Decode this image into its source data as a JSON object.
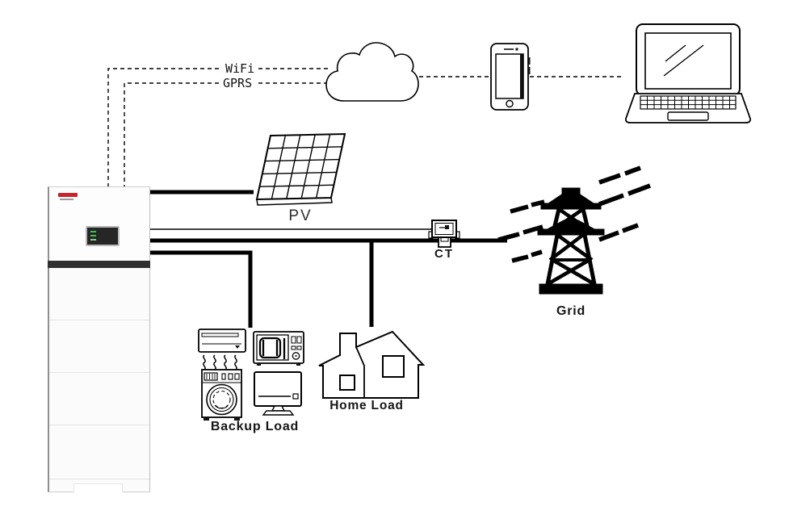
{
  "labels": {
    "wifi": "WiFi",
    "gprs": "GPRS",
    "pv": "PV",
    "ct": "CT",
    "grid": "Grid",
    "home_load": "Home Load",
    "backup_load": "Backup Load"
  },
  "icons": {
    "cloud": "cloud-outline",
    "smartphone": "smartphone-outline",
    "laptop": "laptop-outline",
    "solar_panel": "tilted-5x5-grid-panel",
    "ct_sensor": "current-transformer-clamp",
    "transmission_tower": "pylon-silhouette-with-power-lines",
    "house": "two-gable-house-with-chimney",
    "air_conditioner": "wall-ac-unit-with-airflow",
    "microwave": "microwave-oven",
    "washing_machine": "front-load-washer",
    "tv": "monitor-with-stand",
    "inverter": "all-in-one-ess-tower"
  },
  "colors": {
    "line": "#000000",
    "dashed_link": "#000000",
    "brand_logo": "#c8242b",
    "display_background": "#262626",
    "display_led": "#3fbf4e",
    "inverter_band": "#303030"
  }
}
